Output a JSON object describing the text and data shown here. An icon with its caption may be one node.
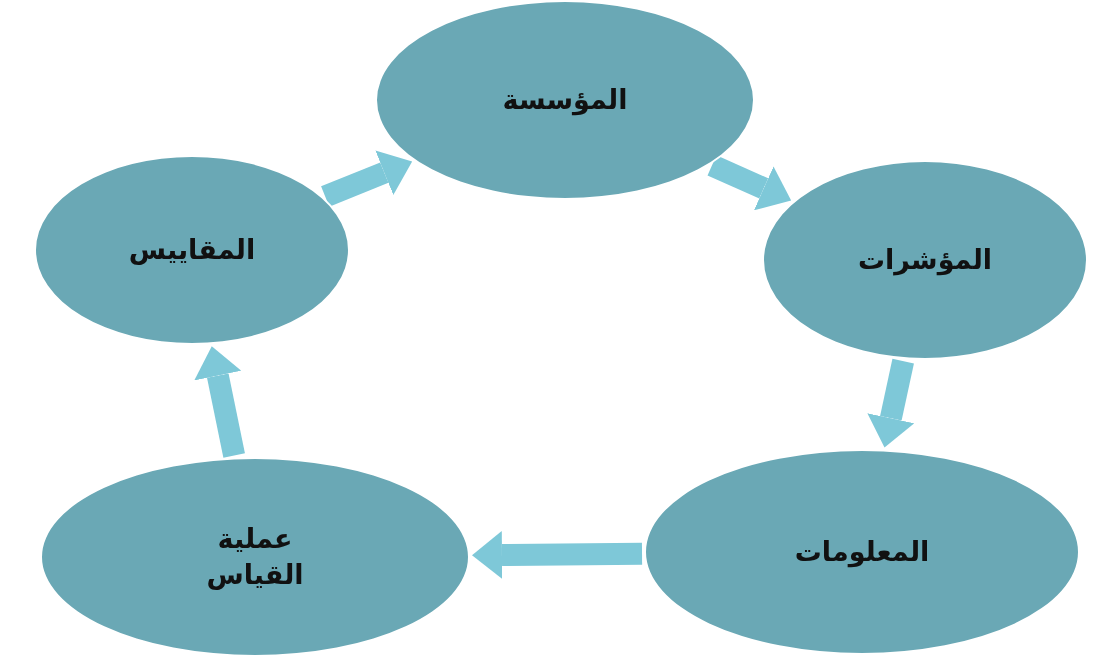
{
  "diagram": {
    "nodes": [
      {
        "text": [
          "المؤسسة"
        ]
      },
      {
        "text": [
          "المؤشرات"
        ]
      },
      {
        "text": [
          "المعلومات"
        ]
      },
      {
        "text": [
          "عملية القياس"
        ]
      },
      {
        "text": [
          "المقاييس"
        ]
      }
    ],
    "edges": [
      {
        "from": 0,
        "to": 1,
        "arrow": "to"
      },
      {
        "from": 1,
        "to": 2,
        "arrow": "to"
      },
      {
        "from": 2,
        "to": 3,
        "arrow": "to"
      },
      {
        "from": 3,
        "to": 4,
        "arrow": "to"
      },
      {
        "from": 4,
        "to": 0,
        "arrow": "to"
      }
    ]
  }
}
